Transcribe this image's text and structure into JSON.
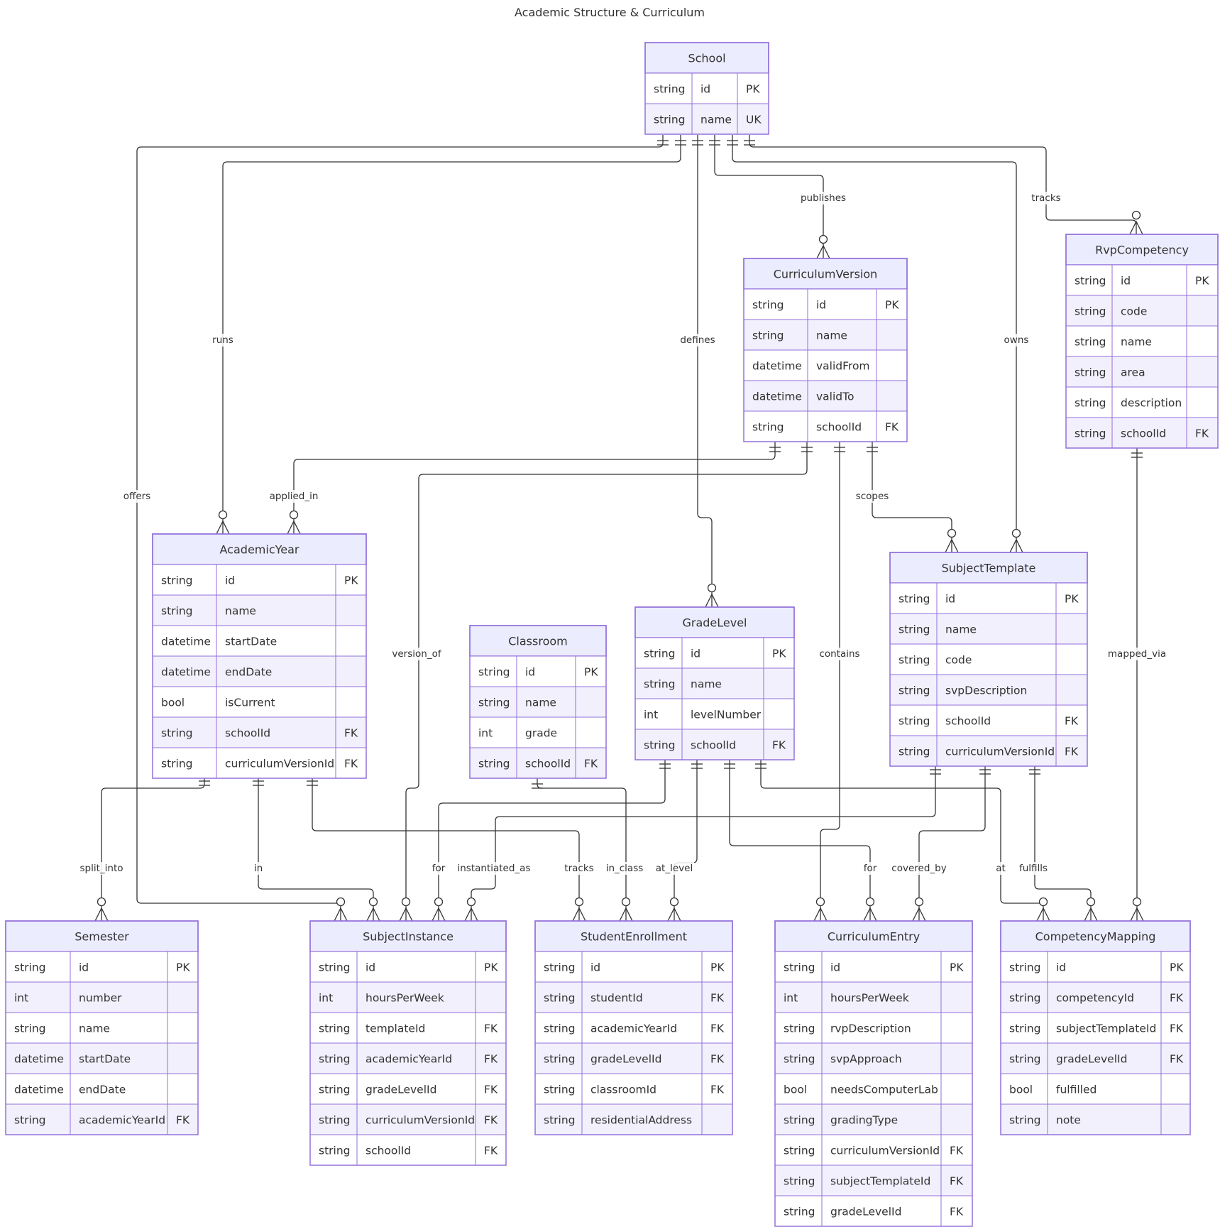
{
  "title": "Academic Structure & Curriculum",
  "colors": {
    "border": "#9370DB",
    "header_fill": "#ECECFF",
    "row_odd": "#ffffff",
    "row_even": "#F1F0FC",
    "line": "#333333"
  },
  "entities": [
    {
      "id": "School",
      "name": "School",
      "rows": [
        [
          "string",
          "id",
          "PK"
        ],
        [
          "string",
          "name",
          "UK"
        ]
      ]
    },
    {
      "id": "CurriculumVersion",
      "name": "CurriculumVersion",
      "rows": [
        [
          "string",
          "id",
          "PK"
        ],
        [
          "string",
          "name",
          ""
        ],
        [
          "datetime",
          "validFrom",
          ""
        ],
        [
          "datetime",
          "validTo",
          ""
        ],
        [
          "string",
          "schoolId",
          "FK"
        ]
      ]
    },
    {
      "id": "RvpCompetency",
      "name": "RvpCompetency",
      "rows": [
        [
          "string",
          "id",
          "PK"
        ],
        [
          "string",
          "code",
          ""
        ],
        [
          "string",
          "name",
          ""
        ],
        [
          "string",
          "area",
          ""
        ],
        [
          "string",
          "description",
          ""
        ],
        [
          "string",
          "schoolId",
          "FK"
        ]
      ]
    },
    {
      "id": "AcademicYear",
      "name": "AcademicYear",
      "rows": [
        [
          "string",
          "id",
          "PK"
        ],
        [
          "string",
          "name",
          ""
        ],
        [
          "datetime",
          "startDate",
          ""
        ],
        [
          "datetime",
          "endDate",
          ""
        ],
        [
          "bool",
          "isCurrent",
          ""
        ],
        [
          "string",
          "schoolId",
          "FK"
        ],
        [
          "string",
          "curriculumVersionId",
          "FK"
        ]
      ]
    },
    {
      "id": "Classroom",
      "name": "Classroom",
      "rows": [
        [
          "string",
          "id",
          "PK"
        ],
        [
          "string",
          "name",
          ""
        ],
        [
          "int",
          "grade",
          ""
        ],
        [
          "string",
          "schoolId",
          "FK"
        ]
      ]
    },
    {
      "id": "GradeLevel",
      "name": "GradeLevel",
      "rows": [
        [
          "string",
          "id",
          "PK"
        ],
        [
          "string",
          "name",
          ""
        ],
        [
          "int",
          "levelNumber",
          ""
        ],
        [
          "string",
          "schoolId",
          "FK"
        ]
      ]
    },
    {
      "id": "SubjectTemplate",
      "name": "SubjectTemplate",
      "rows": [
        [
          "string",
          "id",
          "PK"
        ],
        [
          "string",
          "name",
          ""
        ],
        [
          "string",
          "code",
          ""
        ],
        [
          "string",
          "svpDescription",
          ""
        ],
        [
          "string",
          "schoolId",
          "FK"
        ],
        [
          "string",
          "curriculumVersionId",
          "FK"
        ]
      ]
    },
    {
      "id": "Semester",
      "name": "Semester",
      "rows": [
        [
          "string",
          "id",
          "PK"
        ],
        [
          "int",
          "number",
          ""
        ],
        [
          "string",
          "name",
          ""
        ],
        [
          "datetime",
          "startDate",
          ""
        ],
        [
          "datetime",
          "endDate",
          ""
        ],
        [
          "string",
          "academicYearId",
          "FK"
        ]
      ]
    },
    {
      "id": "SubjectInstance",
      "name": "SubjectInstance",
      "rows": [
        [
          "string",
          "id",
          "PK"
        ],
        [
          "int",
          "hoursPerWeek",
          ""
        ],
        [
          "string",
          "templateId",
          "FK"
        ],
        [
          "string",
          "academicYearId",
          "FK"
        ],
        [
          "string",
          "gradeLevelId",
          "FK"
        ],
        [
          "string",
          "curriculumVersionId",
          "FK"
        ],
        [
          "string",
          "schoolId",
          "FK"
        ]
      ]
    },
    {
      "id": "StudentEnrollment",
      "name": "StudentEnrollment",
      "rows": [
        [
          "string",
          "id",
          "PK"
        ],
        [
          "string",
          "studentId",
          "FK"
        ],
        [
          "string",
          "academicYearId",
          "FK"
        ],
        [
          "string",
          "gradeLevelId",
          "FK"
        ],
        [
          "string",
          "classroomId",
          "FK"
        ],
        [
          "string",
          "residentialAddress",
          ""
        ]
      ]
    },
    {
      "id": "CurriculumEntry",
      "name": "CurriculumEntry",
      "rows": [
        [
          "string",
          "id",
          "PK"
        ],
        [
          "int",
          "hoursPerWeek",
          ""
        ],
        [
          "string",
          "rvpDescription",
          ""
        ],
        [
          "string",
          "svpApproach",
          ""
        ],
        [
          "bool",
          "needsComputerLab",
          ""
        ],
        [
          "string",
          "gradingType",
          ""
        ],
        [
          "string",
          "curriculumVersionId",
          "FK"
        ],
        [
          "string",
          "subjectTemplateId",
          "FK"
        ],
        [
          "string",
          "gradeLevelId",
          "FK"
        ]
      ]
    },
    {
      "id": "CompetencyMapping",
      "name": "CompetencyMapping",
      "rows": [
        [
          "string",
          "id",
          "PK"
        ],
        [
          "string",
          "competencyId",
          "FK"
        ],
        [
          "string",
          "subjectTemplateId",
          "FK"
        ],
        [
          "string",
          "gradeLevelId",
          "FK"
        ],
        [
          "bool",
          "fulfilled",
          ""
        ],
        [
          "string",
          "note",
          ""
        ]
      ]
    }
  ],
  "relationships": [
    {
      "from": "School",
      "to": "AcademicYear",
      "label": "runs",
      "cardinality": "one-to-zero-or-many"
    },
    {
      "from": "School",
      "to": "CurriculumVersion",
      "label": "publishes",
      "cardinality": "one-to-zero-or-many"
    },
    {
      "from": "School",
      "to": "RvpCompetency",
      "label": "tracks",
      "cardinality": "one-to-zero-or-many"
    },
    {
      "from": "School",
      "to": "GradeLevel",
      "label": "defines",
      "cardinality": "one-to-zero-or-many"
    },
    {
      "from": "School",
      "to": "SubjectTemplate",
      "label": "owns",
      "cardinality": "one-to-zero-or-many"
    },
    {
      "from": "School",
      "to": "SubjectInstance",
      "label": "offers",
      "cardinality": "one-to-zero-or-many"
    },
    {
      "from": "CurriculumVersion",
      "to": "AcademicYear",
      "label": "applied_in",
      "cardinality": "one-to-zero-or-many"
    },
    {
      "from": "CurriculumVersion",
      "to": "SubjectInstance",
      "label": "version_of",
      "cardinality": "one-to-zero-or-many"
    },
    {
      "from": "CurriculumVersion",
      "to": "CurriculumEntry",
      "label": "contains",
      "cardinality": "one-to-zero-or-many"
    },
    {
      "from": "CurriculumVersion",
      "to": "SubjectTemplate",
      "label": "scopes",
      "cardinality": "one-to-zero-or-many"
    },
    {
      "from": "RvpCompetency",
      "to": "CompetencyMapping",
      "label": "mapped_via",
      "cardinality": "one-to-zero-or-many"
    },
    {
      "from": "AcademicYear",
      "to": "Semester",
      "label": "split_into",
      "cardinality": "one-to-zero-or-many"
    },
    {
      "from": "AcademicYear",
      "to": "SubjectInstance",
      "label": "in",
      "cardinality": "one-to-zero-or-many"
    },
    {
      "from": "AcademicYear",
      "to": "StudentEnrollment",
      "label": "tracks",
      "cardinality": "one-to-zero-or-many"
    },
    {
      "from": "Classroom",
      "to": "StudentEnrollment",
      "label": "in_class",
      "cardinality": "one-to-zero-or-many"
    },
    {
      "from": "GradeLevel",
      "to": "SubjectInstance",
      "label": "for",
      "cardinality": "one-to-zero-or-many"
    },
    {
      "from": "GradeLevel",
      "to": "StudentEnrollment",
      "label": "at_level",
      "cardinality": "one-to-zero-or-many"
    },
    {
      "from": "GradeLevel",
      "to": "CurriculumEntry",
      "label": "for",
      "cardinality": "one-to-zero-or-many"
    },
    {
      "from": "GradeLevel",
      "to": "CompetencyMapping",
      "label": "at",
      "cardinality": "one-to-zero-or-many"
    },
    {
      "from": "SubjectTemplate",
      "to": "SubjectInstance",
      "label": "instantiated_as",
      "cardinality": "one-to-zero-or-many"
    },
    {
      "from": "SubjectTemplate",
      "to": "CurriculumEntry",
      "label": "covered_by",
      "cardinality": "one-to-zero-or-many"
    },
    {
      "from": "SubjectTemplate",
      "to": "CompetencyMapping",
      "label": "fulfills",
      "cardinality": "one-to-zero-or-many"
    }
  ]
}
